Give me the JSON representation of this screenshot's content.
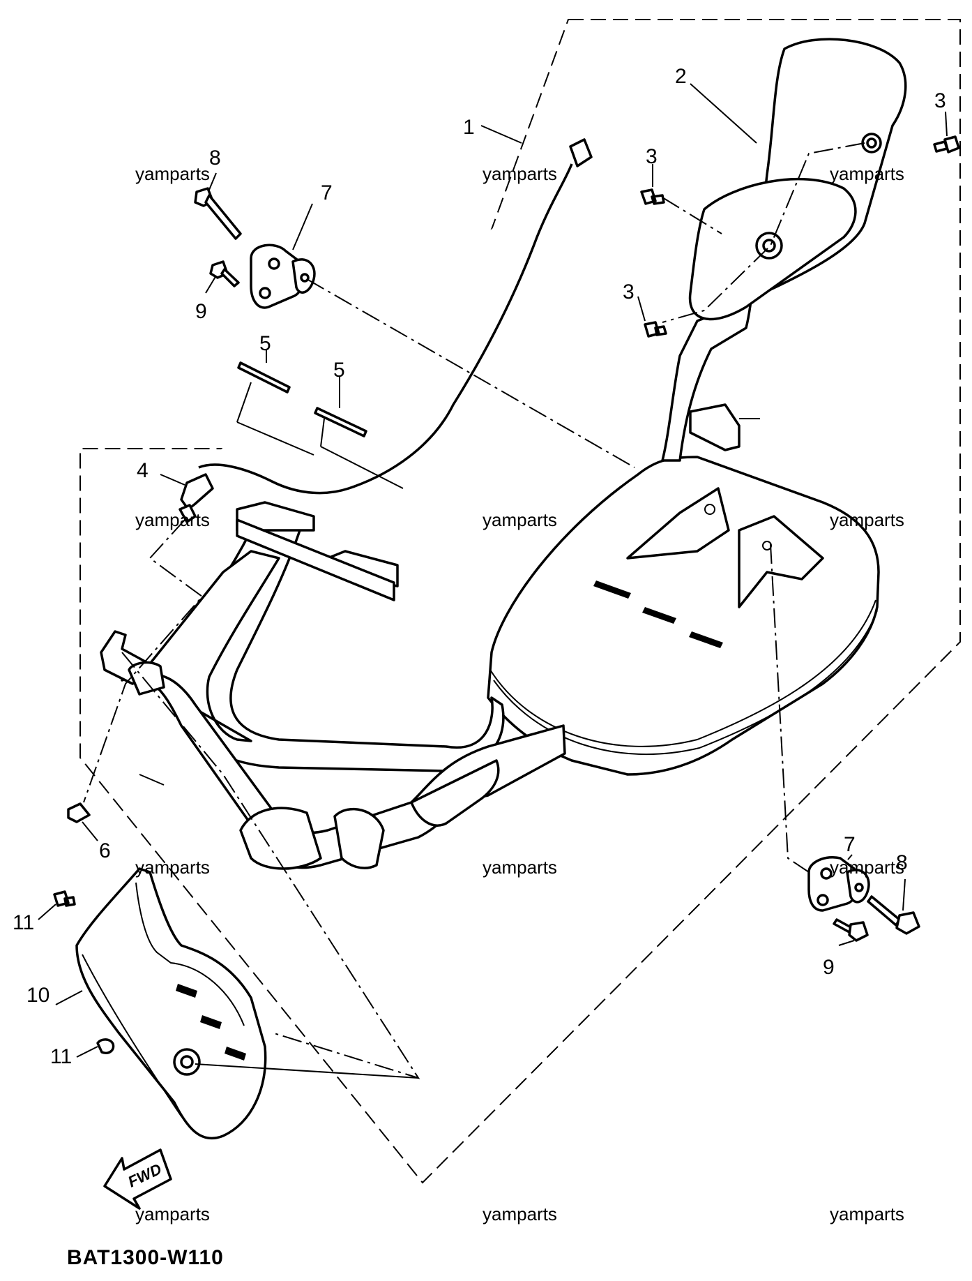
{
  "diagram_code": "BAT1300-W110",
  "watermark": "yamparts",
  "fwd_label": "FWD",
  "callouts": {
    "c1": "1",
    "c2": "2",
    "c3a": "3",
    "c3b": "3",
    "c3c": "3",
    "c4": "4",
    "c5a": "5",
    "c5b": "5",
    "c6": "6",
    "c7a": "7",
    "c7b": "7",
    "c8a": "8",
    "c8b": "8",
    "c9a": "9",
    "c9b": "9",
    "c10": "10",
    "c11a": "11",
    "c11b": "11"
  },
  "watermarks": {
    "w1": "yamparts",
    "w2": "yamparts",
    "w3": "yamparts",
    "w4": "yamparts",
    "w5": "yamparts",
    "w6": "yamparts",
    "w7": "yamparts",
    "w8": "yamparts",
    "w9": "yamparts",
    "w10": "yamparts",
    "w11": "yamparts",
    "w12": "yamparts"
  }
}
